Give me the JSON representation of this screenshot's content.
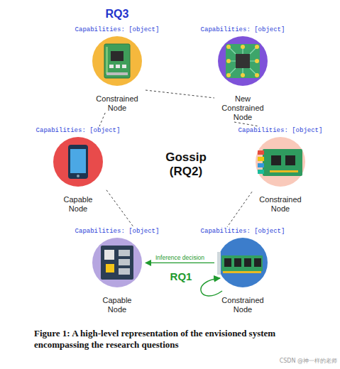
{
  "diagram": {
    "caption": "Figure 1: A high-level representation of the envisioned system encompassing the research questions",
    "nodes": [
      {
        "text": [
          "Capabilities: [object]",
          "Constrained Node"
        ]
      },
      {
        "text": [
          "Capabilities: [object]",
          "New Constrained Node"
        ]
      },
      {
        "text": [
          "Capabilities: [object]",
          "Capable Node"
        ]
      },
      {
        "text": [
          "Capabilities: [object]",
          "Constrained Node"
        ]
      },
      {
        "text": [
          "Capabilities: [object]",
          "Capable Node"
        ]
      },
      {
        "text": [
          "Capabilities: [object]",
          "Constrained Node"
        ]
      }
    ],
    "edges": [
      {
        "from": 0,
        "to": 1,
        "arrow": "none"
      },
      {
        "from": 0,
        "to": 2,
        "arrow": "none"
      },
      {
        "from": 1,
        "to": 3,
        "arrow": "none"
      },
      {
        "from": 2,
        "to": 4,
        "arrow": "none"
      },
      {
        "from": 3,
        "to": 5,
        "arrow": "none"
      },
      {
        "from": 5,
        "to": 4,
        "label": "Inference decision",
        "arrow": "to"
      }
    ],
    "labels": [
      "RQ3",
      "Gossip (RQ2)",
      "RQ1",
      "CSDN @神一样的老师"
    ]
  }
}
